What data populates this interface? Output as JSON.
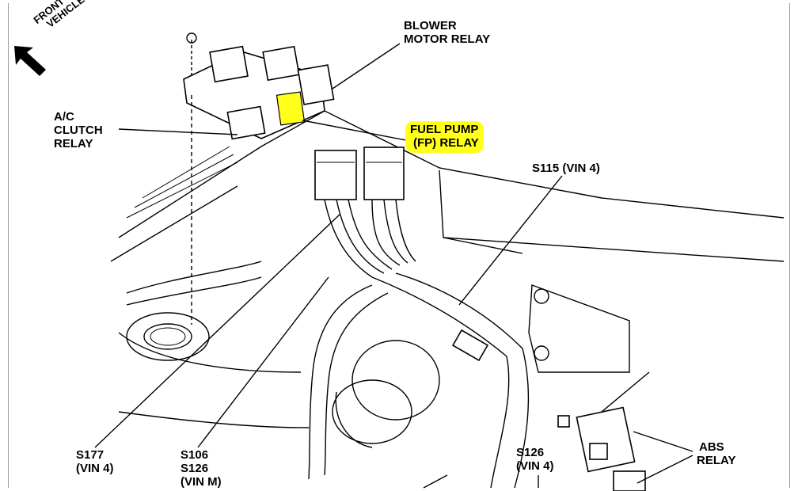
{
  "direction": {
    "line1": "FRONT OF",
    "line2": "VEHICLE",
    "arrow_icon": "arrow-down-left-icon"
  },
  "labels": {
    "blower_motor_relay": {
      "line1": "BLOWER",
      "line2": "MOTOR RELAY"
    },
    "ac_clutch_relay": {
      "line1": "A/C",
      "line2": "CLUTCH",
      "line3": "RELAY"
    },
    "fuel_pump_relay": {
      "line1": "FUEL PUMP",
      "line2": "(FP) RELAY",
      "highlight_color": "#ffff1a"
    },
    "s115": "S115 (VIN 4)",
    "s177": {
      "line1": "S177",
      "line2": "(VIN 4)"
    },
    "s106": {
      "line1": "S106",
      "line2": "S126",
      "line3": "(VIN M)"
    },
    "s126": {
      "line1": "S126",
      "line2": "(VIN 4)"
    },
    "abs_relay": {
      "line1": "ABS",
      "line2": "RELAY"
    }
  }
}
